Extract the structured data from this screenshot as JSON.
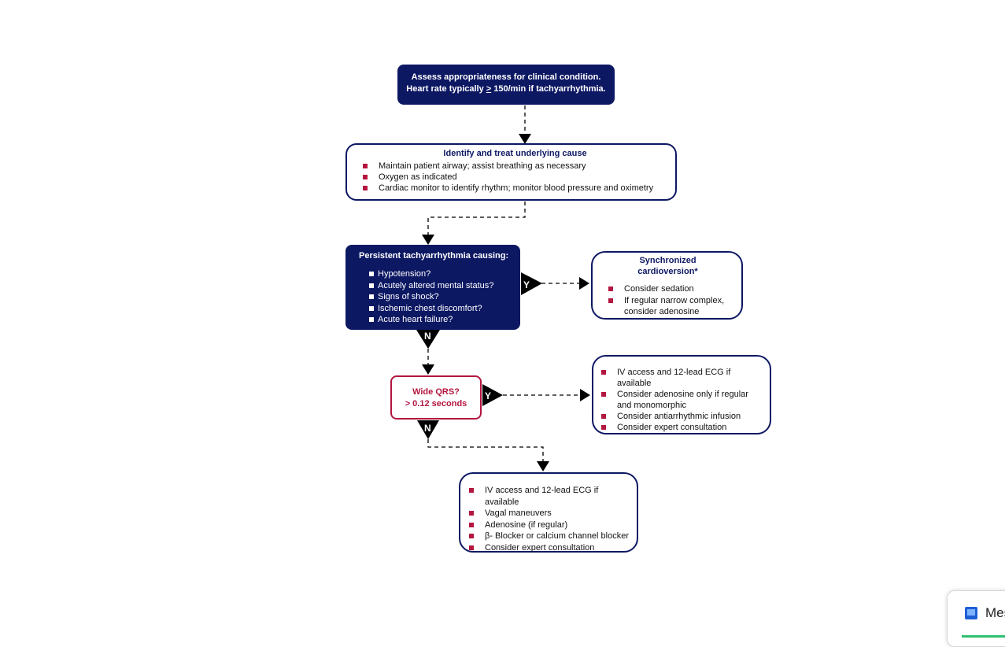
{
  "assess": {
    "line1": "Assess appropriateness for clinical condition.",
    "line2_pre": "Heart rate typically ",
    "line2_ge": ">",
    "line2_post": " 150/min if tachyarrhythmia."
  },
  "identify": {
    "title": "Identify and treat underlying cause",
    "items": [
      "Maintain patient airway; assist breathing as necessary",
      "Oxygen as indicated",
      "Cardiac monitor to identify rhythm; monitor blood pressure and oximetry"
    ]
  },
  "persistent": {
    "title": "Persistent tachyarrhythmia causing:",
    "items": [
      "Hypotension?",
      "Acutely altered mental status?",
      "Signs of shock?",
      "Ischemic chest discomfort?",
      "Acute heart failure?"
    ]
  },
  "sync": {
    "title_line1": "Synchronized",
    "title_line2": "cardioversion*",
    "items": [
      "Consider sedation",
      "If regular narrow complex, consider adenosine"
    ]
  },
  "wide": {
    "line1": "Wide QRS?",
    "line2": "> 0.12 seconds"
  },
  "wide_yes": {
    "items": [
      "IV access and 12-lead ECG if available",
      "Consider adenosine only if regular and monomorphic",
      "Consider antiarrhythmic infusion",
      "Consider expert consultation"
    ]
  },
  "narrow": {
    "items": [
      "IV access and 12-lead ECG if available",
      "Vagal maneuvers",
      "Adenosine (if regular)",
      "β- Blocker or calcium channel blocker",
      "Consider expert consultation"
    ]
  },
  "labels": {
    "yes": "Y",
    "no": "N"
  },
  "popup": {
    "text": "Mes"
  },
  "colors": {
    "navy": "#0d1863",
    "red": "#b3163f",
    "arrow": "#000000"
  }
}
